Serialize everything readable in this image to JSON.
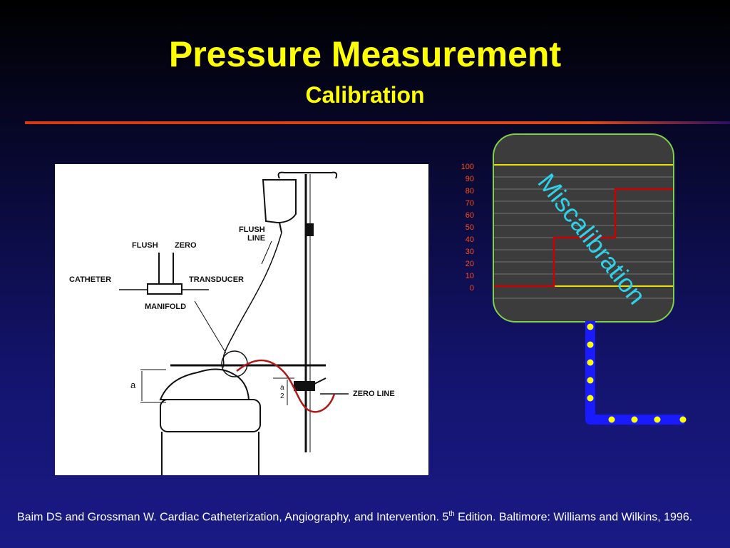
{
  "slide": {
    "title": "Pressure Measurement",
    "subtitle": "Calibration"
  },
  "illustration": {
    "labels": {
      "flush": "FLUSH",
      "zero": "ZERO",
      "flush_line_1": "FLUSH",
      "flush_line_2": "LINE",
      "catheter": "CATHETER",
      "transducer": "TRANSDUCER",
      "manifold": "MANIFOLD",
      "zero_line": "ZERO LINE",
      "height_a": "a",
      "half_a_num": "a",
      "half_a_den": "2"
    }
  },
  "monitor": {
    "scale": [
      "100",
      "90",
      "80",
      "70",
      "60",
      "50",
      "40",
      "30",
      "20",
      "10",
      "0"
    ],
    "overlay_text": "Miscalibration",
    "colors": {
      "screen": "#3c3c3c",
      "border": "#7fd04a",
      "reference_lines": "#e8e000",
      "trace": "#cc0000",
      "overlay": "#2fd0e8",
      "scale_text": "#ff4a1a"
    }
  },
  "citation": {
    "part1": "Baim DS and Grossman W. Cardiac Catheterization, Angiography, and Intervention.  5",
    "superscript": "th",
    "part2": " Edition.  Baltimore: Williams and Wilkins, 1996."
  }
}
